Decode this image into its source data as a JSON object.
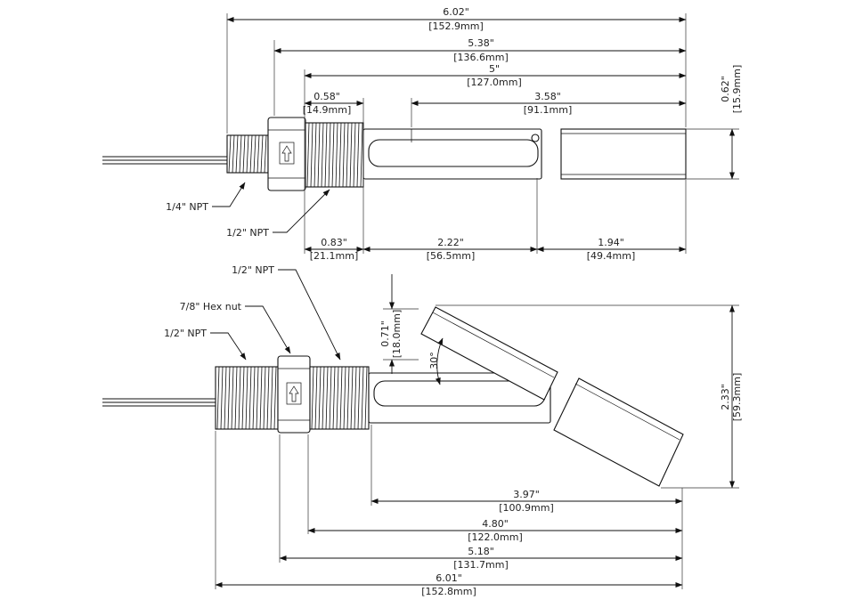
{
  "top_view": {
    "dims": {
      "overall": {
        "in": "6.02\"",
        "mm": "[152.9mm]"
      },
      "body": {
        "in": "5.38\"",
        "mm": "[136.6mm]"
      },
      "stem": {
        "in": "5\"",
        "mm": "[127.0mm]"
      },
      "hex_w": {
        "in": "0.58\"",
        "mm": "[14.9mm]"
      },
      "float_len": {
        "in": "3.58\"",
        "mm": "[91.1mm]"
      },
      "float_dia": {
        "in": "0.62\"",
        "mm": "[15.9mm]"
      },
      "thread_len": {
        "in": "0.83\"",
        "mm": "[21.1mm]"
      },
      "rod_len": {
        "in": "2.22\"",
        "mm": "[56.5mm]"
      },
      "float_body": {
        "in": "1.94\"",
        "mm": "[49.4mm]"
      }
    },
    "callouts": {
      "quarter_npt": "1/4\" NPT",
      "half_npt": "1/2\" NPT"
    }
  },
  "bottom_view": {
    "dims": {
      "rise": {
        "in": "0.71\"",
        "mm": "[18.0mm]"
      },
      "angle": "30°",
      "height": {
        "in": "2.33\"",
        "mm": "[59.3mm]"
      },
      "d1": {
        "in": "3.97\"",
        "mm": "[100.9mm]"
      },
      "d2": {
        "in": "4.80\"",
        "mm": "[122.0mm]"
      },
      "d3": {
        "in": "5.18\"",
        "mm": "[131.7mm]"
      },
      "d4": {
        "in": "6.01\"",
        "mm": "[152.8mm]"
      }
    },
    "callouts": {
      "half_npt_top": "1/2\" NPT",
      "hex_nut": "7/8\" Hex nut",
      "half_npt_left": "1/2\" NPT"
    }
  }
}
